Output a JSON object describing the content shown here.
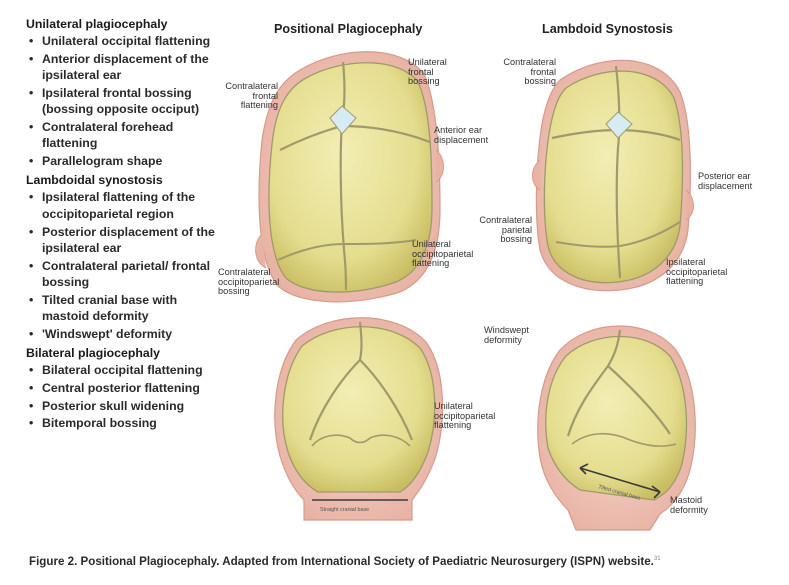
{
  "sections": [
    {
      "heading": "Unilateral plagiocephaly",
      "items": [
        "Unilateral occipital flattening",
        "Anterior displacement of the ipsilateral ear",
        "Ipsilateral frontal bossing (bossing opposite occiput)",
        "Contralateral forehead flattening",
        "Parallelogram shape"
      ]
    },
    {
      "heading": "Lambdoidal synostosis",
      "items": [
        "Ipsilateral flattening of the occipitoparietal region",
        "Posterior displacement of the ipsilateral ear",
        "Contralateral parietal/ frontal bossing",
        "Tilted cranial base with mastoid deformity",
        "'Windswept' deformity"
      ]
    },
    {
      "heading": "Bilateral plagiocephaly",
      "items": [
        "Bilateral occipital flattening",
        "Central posterior flattening",
        "Posterior skull widening",
        "Bitemporal bossing"
      ]
    }
  ],
  "columns": {
    "positional_title": "Positional Plagiocephaly",
    "lambdoid_title": "Lambdoid Synostosis"
  },
  "annotations": {
    "pp_contra_frontal": "Contralateral\nfrontal\nflattening",
    "pp_uni_frontal": "Unilateral\nfrontal\nbossing",
    "pp_anterior_ear": "Anterior ear\ndisplacement",
    "pp_contra_occip": "Contralateral\noccipitoparietal\nbossing",
    "pp_uni_occip": "Unilateral\noccipitoparietal\nflattening",
    "ls_contra_frontal": "Contralateral\nfrontal\nbossing",
    "ls_posterior_ear": "Posterior ear\ndisplacement",
    "ls_contra_parietal": "Contralateral\nparietal\nbossing",
    "ls_ipsi_occip": "Ipsilateral\noccipitoparietal\nflattening",
    "pp_back_uni_occip": "Unilateral\noccipitoparietal\nflattening",
    "ls_windswept": "Windswept\ndeformity",
    "ls_mastoid": "Mastoid\ndeformity",
    "pp_base_label": "Straight cranial base",
    "ls_base_label": "Tilted cranial base"
  },
  "caption": {
    "text": "Figure 2. Positional Plagiocephaly. Adapted from International Society of Paediatric Neurosurgery (ISPN) website.",
    "ref": "31"
  },
  "colors": {
    "bone": "#e7e29a",
    "bone_shade": "#cfc46a",
    "skin": "#f1c9bd",
    "suture": "#b4b18a",
    "fontanelle": "#d7ecf2"
  }
}
